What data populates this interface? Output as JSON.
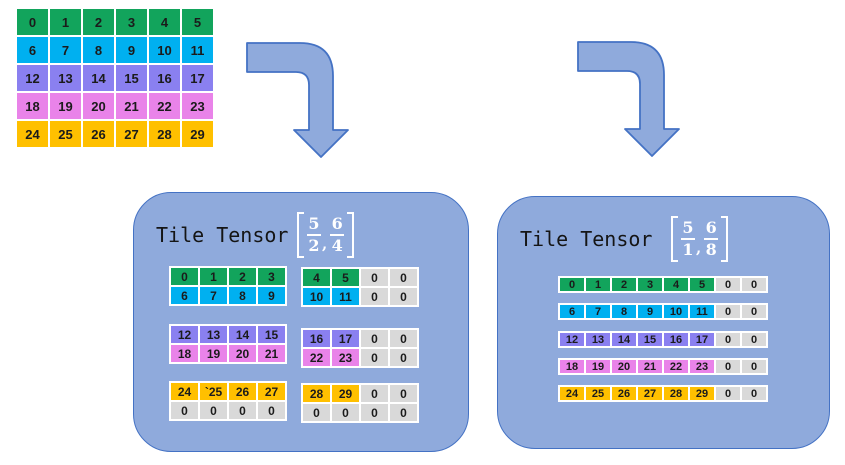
{
  "colors": {
    "panel_fill": "#8FAADC",
    "panel_border": "#4472C4",
    "arrow_fill": "#8FAADC",
    "arrow_border": "#4472C4",
    "cell_text": "#1B1B1B",
    "fraction_text": "#FFFFFF",
    "green": "#12A45C",
    "cyan": "#00B0F0",
    "purple": "#8A80F0",
    "magenta": "#E983E9",
    "orange": "#FFC000",
    "gray": "#D9D9D9"
  },
  "icons": [
    {
      "name": "bent-arrow-left-icon",
      "shape": "elbow arrow, right then down"
    },
    {
      "name": "bent-arrow-right-icon",
      "shape": "elbow arrow, right then down"
    }
  ],
  "source_matrix": {
    "rows": [
      {
        "cells": [
          {
            "v": "0",
            "c": "green"
          },
          {
            "v": "1",
            "c": "green"
          },
          {
            "v": "2",
            "c": "green"
          },
          {
            "v": "3",
            "c": "green"
          },
          {
            "v": "4",
            "c": "green"
          },
          {
            "v": "5",
            "c": "green"
          }
        ]
      },
      {
        "cells": [
          {
            "v": "6",
            "c": "cyan"
          },
          {
            "v": "7",
            "c": "cyan"
          },
          {
            "v": "8",
            "c": "cyan"
          },
          {
            "v": "9",
            "c": "cyan"
          },
          {
            "v": "10",
            "c": "cyan"
          },
          {
            "v": "11",
            "c": "cyan"
          }
        ]
      },
      {
        "cells": [
          {
            "v": "12",
            "c": "purple"
          },
          {
            "v": "13",
            "c": "purple"
          },
          {
            "v": "14",
            "c": "purple"
          },
          {
            "v": "15",
            "c": "purple"
          },
          {
            "v": "16",
            "c": "purple"
          },
          {
            "v": "17",
            "c": "purple"
          }
        ]
      },
      {
        "cells": [
          {
            "v": "18",
            "c": "magenta"
          },
          {
            "v": "19",
            "c": "magenta"
          },
          {
            "v": "20",
            "c": "magenta"
          },
          {
            "v": "21",
            "c": "magenta"
          },
          {
            "v": "22",
            "c": "magenta"
          },
          {
            "v": "23",
            "c": "magenta"
          }
        ]
      },
      {
        "cells": [
          {
            "v": "24",
            "c": "orange"
          },
          {
            "v": "25",
            "c": "orange"
          },
          {
            "v": "26",
            "c": "orange"
          },
          {
            "v": "27",
            "c": "orange"
          },
          {
            "v": "28",
            "c": "orange"
          },
          {
            "v": "29",
            "c": "orange"
          }
        ]
      }
    ]
  },
  "panels": [
    {
      "title": "Tile Tensor",
      "fraction": {
        "num1": "5",
        "den1": "2",
        "comma": ",",
        "num2": "6",
        "den2": "4"
      },
      "tiles": [
        {
          "rows": [
            {
              "cells": [
                {
                  "v": "0",
                  "c": "green"
                },
                {
                  "v": "1",
                  "c": "green"
                },
                {
                  "v": "2",
                  "c": "green"
                },
                {
                  "v": "3",
                  "c": "green"
                }
              ]
            },
            {
              "cells": [
                {
                  "v": "6",
                  "c": "cyan"
                },
                {
                  "v": "7",
                  "c": "cyan"
                },
                {
                  "v": "8",
                  "c": "cyan"
                },
                {
                  "v": "9",
                  "c": "cyan"
                }
              ]
            }
          ]
        },
        {
          "rows": [
            {
              "cells": [
                {
                  "v": "4",
                  "c": "green"
                },
                {
                  "v": "5",
                  "c": "green"
                },
                {
                  "v": "0",
                  "c": "gray"
                },
                {
                  "v": "0",
                  "c": "gray"
                }
              ]
            },
            {
              "cells": [
                {
                  "v": "10",
                  "c": "cyan"
                },
                {
                  "v": "11",
                  "c": "cyan"
                },
                {
                  "v": "0",
                  "c": "gray"
                },
                {
                  "v": "0",
                  "c": "gray"
                }
              ]
            }
          ]
        },
        {
          "rows": [
            {
              "cells": [
                {
                  "v": "12",
                  "c": "purple"
                },
                {
                  "v": "13",
                  "c": "purple"
                },
                {
                  "v": "14",
                  "c": "purple"
                },
                {
                  "v": "15",
                  "c": "purple"
                }
              ]
            },
            {
              "cells": [
                {
                  "v": "18",
                  "c": "magenta"
                },
                {
                  "v": "19",
                  "c": "magenta"
                },
                {
                  "v": "20",
                  "c": "magenta"
                },
                {
                  "v": "21",
                  "c": "magenta"
                }
              ]
            }
          ]
        },
        {
          "rows": [
            {
              "cells": [
                {
                  "v": "16",
                  "c": "purple"
                },
                {
                  "v": "17",
                  "c": "purple"
                },
                {
                  "v": "0",
                  "c": "gray"
                },
                {
                  "v": "0",
                  "c": "gray"
                }
              ]
            },
            {
              "cells": [
                {
                  "v": "22",
                  "c": "magenta"
                },
                {
                  "v": "23",
                  "c": "magenta"
                },
                {
                  "v": "0",
                  "c": "gray"
                },
                {
                  "v": "0",
                  "c": "gray"
                }
              ]
            }
          ]
        },
        {
          "rows": [
            {
              "cells": [
                {
                  "v": "24",
                  "c": "orange"
                },
                {
                  "v": "`25",
                  "c": "orange"
                },
                {
                  "v": "26",
                  "c": "orange"
                },
                {
                  "v": "27",
                  "c": "orange"
                }
              ]
            },
            {
              "cells": [
                {
                  "v": "0",
                  "c": "gray"
                },
                {
                  "v": "0",
                  "c": "gray"
                },
                {
                  "v": "0",
                  "c": "gray"
                },
                {
                  "v": "0",
                  "c": "gray"
                }
              ]
            }
          ]
        },
        {
          "rows": [
            {
              "cells": [
                {
                  "v": "28",
                  "c": "orange"
                },
                {
                  "v": "29",
                  "c": "orange"
                },
                {
                  "v": "0",
                  "c": "gray"
                },
                {
                  "v": "0",
                  "c": "gray"
                }
              ]
            },
            {
              "cells": [
                {
                  "v": "0",
                  "c": "gray"
                },
                {
                  "v": "0",
                  "c": "gray"
                },
                {
                  "v": "0",
                  "c": "gray"
                },
                {
                  "v": "0",
                  "c": "gray"
                }
              ]
            }
          ]
        }
      ]
    },
    {
      "title": "Tile Tensor",
      "fraction": {
        "num1": "5",
        "den1": "1",
        "comma": ",",
        "num2": "6",
        "den2": "8"
      },
      "tiles": [
        {
          "rows": [
            {
              "cells": [
                {
                  "v": "0",
                  "c": "green"
                },
                {
                  "v": "1",
                  "c": "green"
                },
                {
                  "v": "2",
                  "c": "green"
                },
                {
                  "v": "3",
                  "c": "green"
                },
                {
                  "v": "4",
                  "c": "green"
                },
                {
                  "v": "5",
                  "c": "green"
                },
                {
                  "v": "0",
                  "c": "gray"
                },
                {
                  "v": "0",
                  "c": "gray"
                }
              ]
            }
          ]
        },
        {
          "rows": [
            {
              "cells": [
                {
                  "v": "6",
                  "c": "cyan"
                },
                {
                  "v": "7",
                  "c": "cyan"
                },
                {
                  "v": "8",
                  "c": "cyan"
                },
                {
                  "v": "9",
                  "c": "cyan"
                },
                {
                  "v": "10",
                  "c": "cyan"
                },
                {
                  "v": "11",
                  "c": "cyan"
                },
                {
                  "v": "0",
                  "c": "gray"
                },
                {
                  "v": "0",
                  "c": "gray"
                }
              ]
            }
          ]
        },
        {
          "rows": [
            {
              "cells": [
                {
                  "v": "12",
                  "c": "purple"
                },
                {
                  "v": "13",
                  "c": "purple"
                },
                {
                  "v": "14",
                  "c": "purple"
                },
                {
                  "v": "15",
                  "c": "purple"
                },
                {
                  "v": "16",
                  "c": "purple"
                },
                {
                  "v": "17",
                  "c": "purple"
                },
                {
                  "v": "0",
                  "c": "gray"
                },
                {
                  "v": "0",
                  "c": "gray"
                }
              ]
            }
          ]
        },
        {
          "rows": [
            {
              "cells": [
                {
                  "v": "18",
                  "c": "magenta"
                },
                {
                  "v": "19",
                  "c": "magenta"
                },
                {
                  "v": "20",
                  "c": "magenta"
                },
                {
                  "v": "21",
                  "c": "magenta"
                },
                {
                  "v": "22",
                  "c": "magenta"
                },
                {
                  "v": "23",
                  "c": "magenta"
                },
                {
                  "v": "0",
                  "c": "gray"
                },
                {
                  "v": "0",
                  "c": "gray"
                }
              ]
            }
          ]
        },
        {
          "rows": [
            {
              "cells": [
                {
                  "v": "24",
                  "c": "orange"
                },
                {
                  "v": "25",
                  "c": "orange"
                },
                {
                  "v": "26",
                  "c": "orange"
                },
                {
                  "v": "27",
                  "c": "orange"
                },
                {
                  "v": "28",
                  "c": "orange"
                },
                {
                  "v": "29",
                  "c": "orange"
                },
                {
                  "v": "0",
                  "c": "gray"
                },
                {
                  "v": "0",
                  "c": "gray"
                }
              ]
            }
          ]
        }
      ]
    }
  ]
}
